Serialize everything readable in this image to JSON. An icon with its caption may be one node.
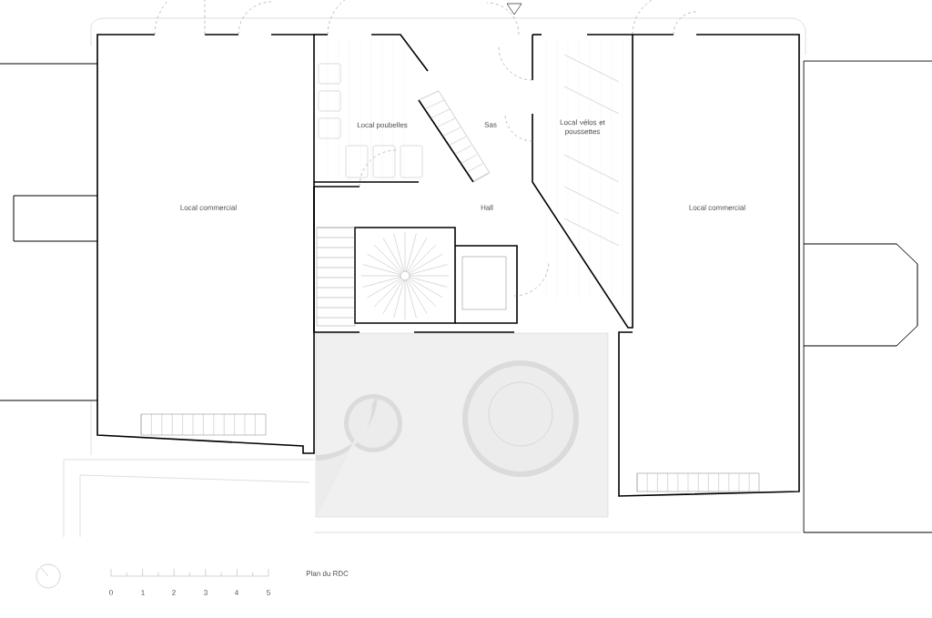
{
  "diagram": {
    "caption": "Plan du RDC",
    "labels": [
      "Local commercial",
      "Local poubelles",
      "Sas",
      "Local vélos et poussettes",
      "Hall",
      "Local commercial",
      "0",
      "1",
      "2",
      "3",
      "4",
      "5"
    ]
  }
}
